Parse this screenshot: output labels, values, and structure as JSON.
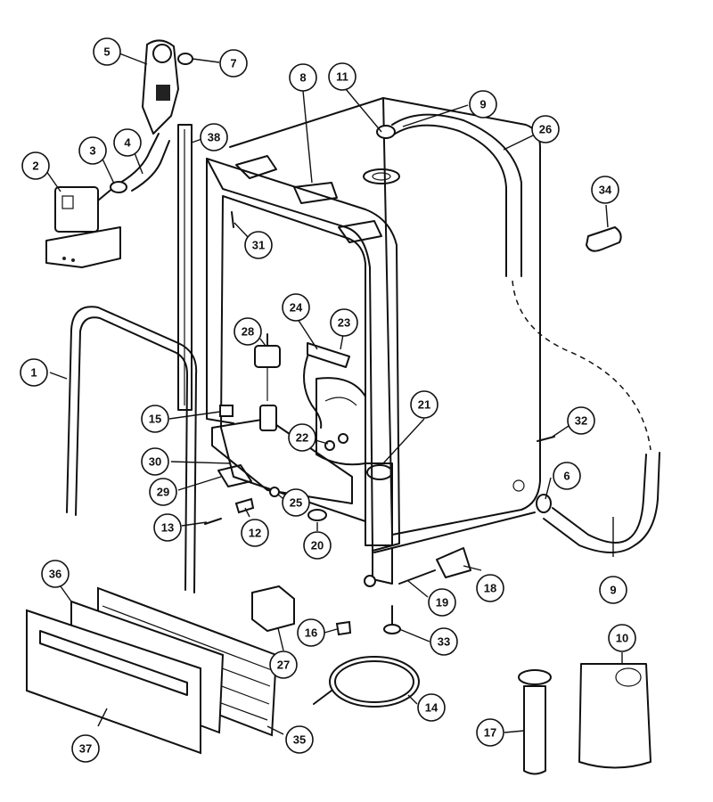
{
  "callouts": [
    {
      "id": "c1",
      "label": "1"
    },
    {
      "id": "c2",
      "label": "2"
    },
    {
      "id": "c3",
      "label": "3"
    },
    {
      "id": "c4",
      "label": "4"
    },
    {
      "id": "c5",
      "label": "5"
    },
    {
      "id": "c6",
      "label": "6"
    },
    {
      "id": "c7",
      "label": "7"
    },
    {
      "id": "c8",
      "label": "8"
    },
    {
      "id": "c9a",
      "label": "9"
    },
    {
      "id": "c9b",
      "label": "9"
    },
    {
      "id": "c10",
      "label": "10"
    },
    {
      "id": "c11",
      "label": "11"
    },
    {
      "id": "c12",
      "label": "12"
    },
    {
      "id": "c13",
      "label": "13"
    },
    {
      "id": "c14",
      "label": "14"
    },
    {
      "id": "c15",
      "label": "15"
    },
    {
      "id": "c16",
      "label": "16"
    },
    {
      "id": "c17",
      "label": "17"
    },
    {
      "id": "c18",
      "label": "18"
    },
    {
      "id": "c19",
      "label": "19"
    },
    {
      "id": "c20",
      "label": "20"
    },
    {
      "id": "c21",
      "label": "21"
    },
    {
      "id": "c22",
      "label": "22"
    },
    {
      "id": "c23",
      "label": "23"
    },
    {
      "id": "c24",
      "label": "24"
    },
    {
      "id": "c25",
      "label": "25"
    },
    {
      "id": "c26",
      "label": "26"
    },
    {
      "id": "c27",
      "label": "27"
    },
    {
      "id": "c28",
      "label": "28"
    },
    {
      "id": "c29",
      "label": "29"
    },
    {
      "id": "c30",
      "label": "30"
    },
    {
      "id": "c31",
      "label": "31"
    },
    {
      "id": "c32",
      "label": "32"
    },
    {
      "id": "c33",
      "label": "33"
    },
    {
      "id": "c34",
      "label": "34"
    },
    {
      "id": "c35",
      "label": "35"
    },
    {
      "id": "c36",
      "label": "36"
    },
    {
      "id": "c37",
      "label": "37"
    },
    {
      "id": "c38",
      "label": "38"
    }
  ]
}
